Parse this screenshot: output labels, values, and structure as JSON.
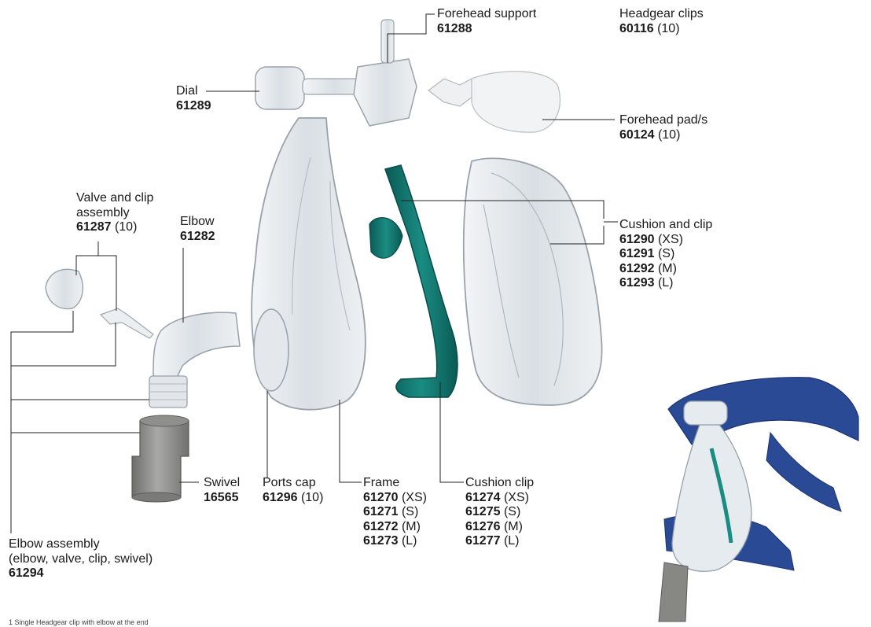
{
  "parts": {
    "forehead_support": {
      "name": "Forehead support",
      "code": "61288"
    },
    "headgear_clips": {
      "name": "Headgear clips",
      "code": "60116",
      "qty": "(10)"
    },
    "dial": {
      "name": "Dial",
      "code": "61289"
    },
    "forehead_pad": {
      "name": "Forehead pad/s",
      "code": "60124",
      "qty": "(10)"
    },
    "valve_clip": {
      "name_line1": "Valve and clip",
      "name_line2": "assembly",
      "code": "61287",
      "qty": "(10)"
    },
    "elbow": {
      "name": "Elbow",
      "code": "61282"
    },
    "cushion_and_clip": {
      "name": "Cushion and clip",
      "sizes": [
        {
          "code": "61290",
          "size": "(XS)"
        },
        {
          "code": "61291",
          "size": "(S)"
        },
        {
          "code": "61292",
          "size": "(M)"
        },
        {
          "code": "61293",
          "size": "(L)"
        }
      ]
    },
    "swivel": {
      "name": "Swivel",
      "code": "16565"
    },
    "ports_cap": {
      "name": "Ports cap",
      "code": "61296",
      "qty": "(10)"
    },
    "frame": {
      "name": "Frame",
      "sizes": [
        {
          "code": "61270",
          "size": "(XS)"
        },
        {
          "code": "61271",
          "size": "(S)"
        },
        {
          "code": "61272",
          "size": "(M)"
        },
        {
          "code": "61273",
          "size": "(L)"
        }
      ]
    },
    "cushion_clip": {
      "name": "Cushion clip",
      "sizes": [
        {
          "code": "61274",
          "size": "(XS)"
        },
        {
          "code": "61275",
          "size": "(S)"
        },
        {
          "code": "61276",
          "size": "(M)"
        },
        {
          "code": "61277",
          "size": "(L)"
        }
      ]
    },
    "elbow_assembly": {
      "name_line1": "Elbow assembly",
      "name_line2": "(elbow, valve, clip, swivel)",
      "code": "61294"
    }
  },
  "footnote": "1 Single Headgear clip with elbow at the end",
  "colors": {
    "leader": "#222222",
    "frame_clear": "#dfe5ea",
    "cushion_clip": "#0f6e67",
    "headgear": "#2a4a96",
    "swivel": "#8a8a88"
  }
}
